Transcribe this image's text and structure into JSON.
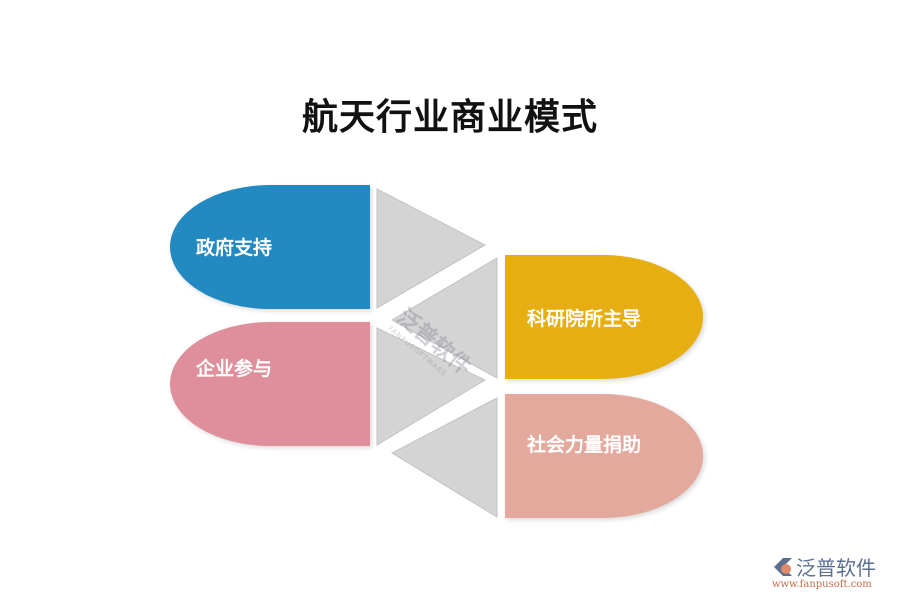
{
  "title": "航天行业商业模式",
  "blocks": [
    {
      "label": "政府支持",
      "color": "#2389c1"
    },
    {
      "label": "企业参与",
      "color": "#de8f9b"
    },
    {
      "label": "科研院所主导",
      "color": "#e6ae10"
    },
    {
      "label": "社会力量捐助",
      "color": "#e3a99c"
    }
  ],
  "arrow_color": "#d4d4d4",
  "watermark": {
    "text": "泛普软件",
    "subtext": "FANPUSOFTWARE"
  },
  "logo": {
    "text": "泛普软件",
    "url": "www.fanpusoft.com"
  }
}
